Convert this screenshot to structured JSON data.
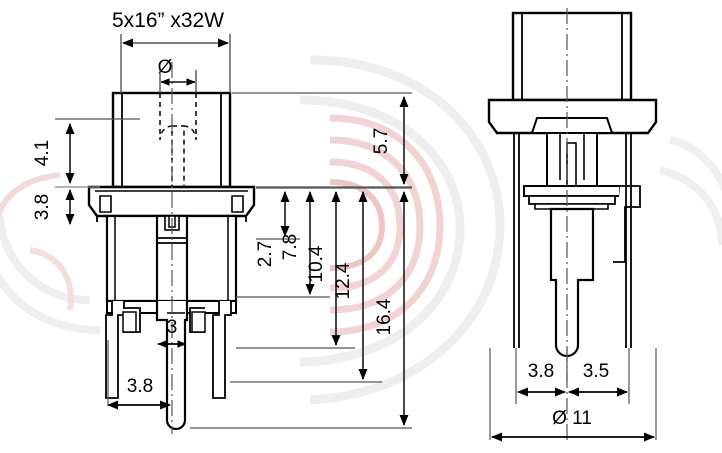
{
  "drawing": {
    "title": "5x16” x32W",
    "diameter_symbol": "Ø",
    "views": {
      "front": {
        "name": "front-elevation-view",
        "dimensions": {
          "overall_width_label": "",
          "cap_height": "4.1",
          "flange_height": "3.8",
          "plunger_width": "3",
          "pin_offset": "3.8",
          "body_to_flange": "5.7",
          "chain": [
            "2.7",
            "7.8",
            "10.4",
            "12.4",
            "16.4"
          ]
        }
      },
      "side": {
        "name": "side-elevation-view",
        "dimensions": {
          "pin_left": "3.8",
          "pin_right": "3.5",
          "overall_diameter": "Ø 11"
        }
      }
    },
    "labels": {
      "title": "5x16” x32W",
      "dia_top": "Ø",
      "d_4_1": "4.1",
      "d_3_8_left": "3.8",
      "d_5_7": "5.7",
      "d_2_7": "2.7",
      "d_7_8": "7.8",
      "d_10_4": "10.4",
      "d_12_4": "12.4",
      "d_16_4": "16.4",
      "d_3": "3",
      "d_3_8_bottom": "3.8",
      "d_3_8_right": "3.8",
      "d_3_5_right": "3.5",
      "d_dia_11": "Ø 11"
    },
    "colors": {
      "line": "#000000",
      "background": "#ffffff",
      "watermark_red": "#e8b4b4",
      "watermark_gray": "#e4e4e4"
    }
  }
}
